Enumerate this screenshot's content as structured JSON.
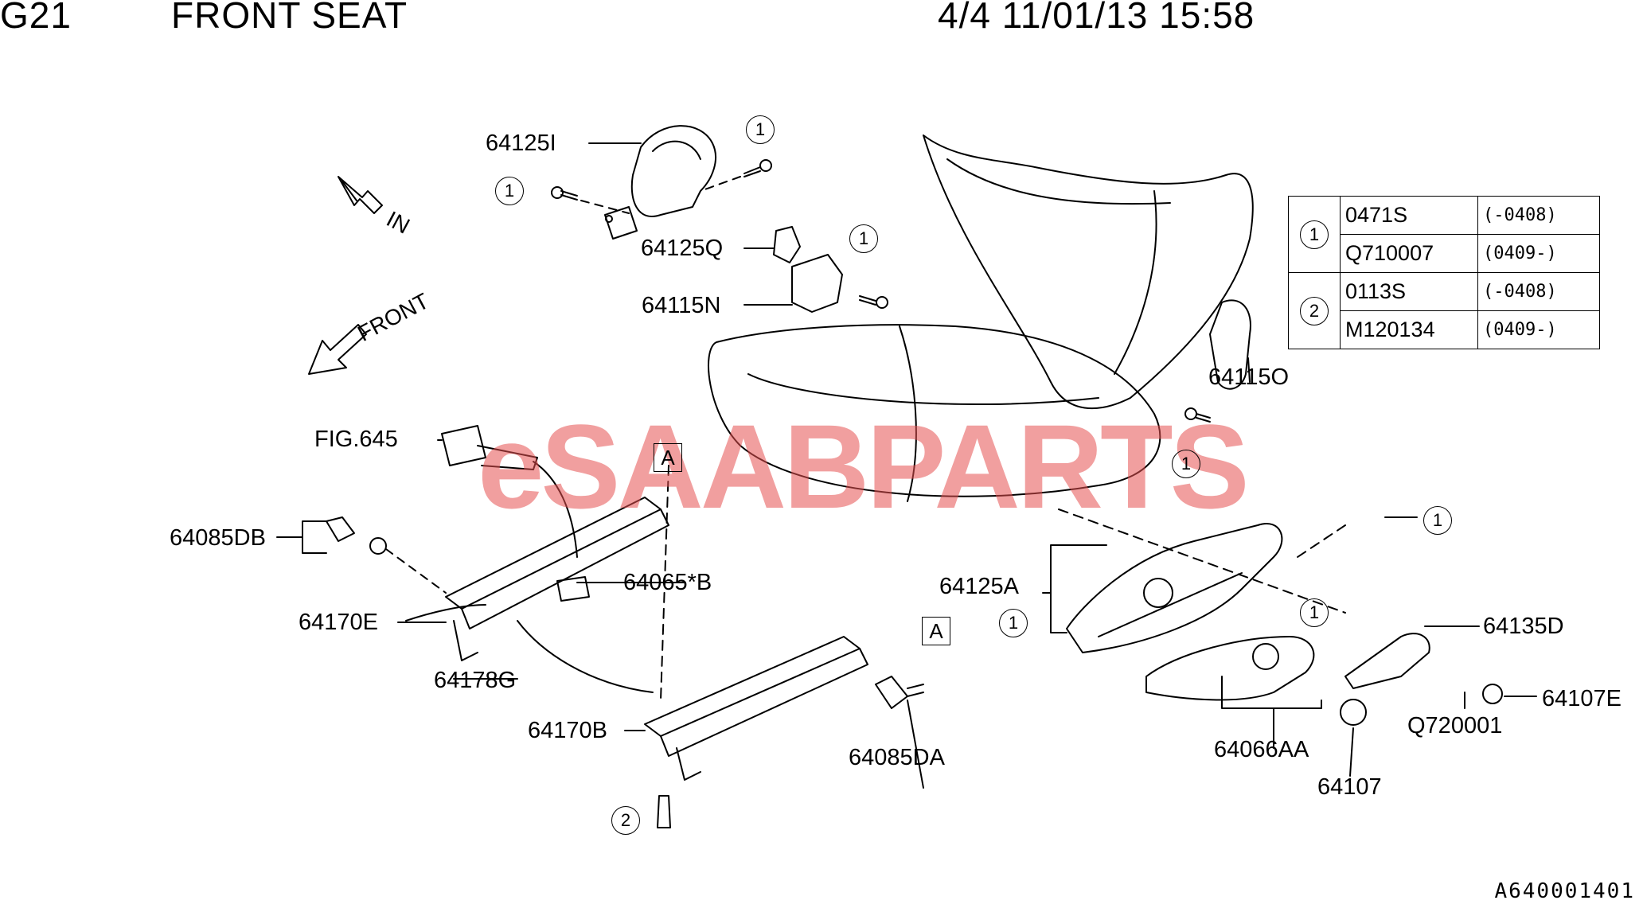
{
  "header": {
    "group": "G21",
    "title": "FRONT SEAT",
    "page_info": "4/4 11/01/13 15:58"
  },
  "direction_labels": {
    "in": "IN",
    "front": "FRONT"
  },
  "watermark": "eSAABPARTS",
  "callouts": {
    "c64125I": "64125I",
    "c64125Q": "64125Q",
    "c64115N": "64115N",
    "c64115O": "64115O",
    "fig645": "FIG.645",
    "c64085DB": "64085DB",
    "c64065B": "64065*B",
    "c64170E": "64170E",
    "c64178G": "64178G",
    "c64170B": "64170B",
    "c64085DA": "64085DA",
    "c64125A": "64125A",
    "c64135D": "64135D",
    "c64107E": "64107E",
    "q720001": "Q720001",
    "c64066AA": "64066AA",
    "c64107": "64107"
  },
  "ref_marks": {
    "one": "1",
    "two": "2",
    "a": "A"
  },
  "legend": [
    {
      "symbol": "1",
      "part": "0471S",
      "range": "(-0408)"
    },
    {
      "symbol": "",
      "part": "Q710007",
      "range": "(0409-)"
    },
    {
      "symbol": "2",
      "part": "0113S",
      "range": "(-0408)"
    },
    {
      "symbol": "",
      "part": "M120134",
      "range": "(0409-)"
    }
  ],
  "diagram_code": "A640001401"
}
